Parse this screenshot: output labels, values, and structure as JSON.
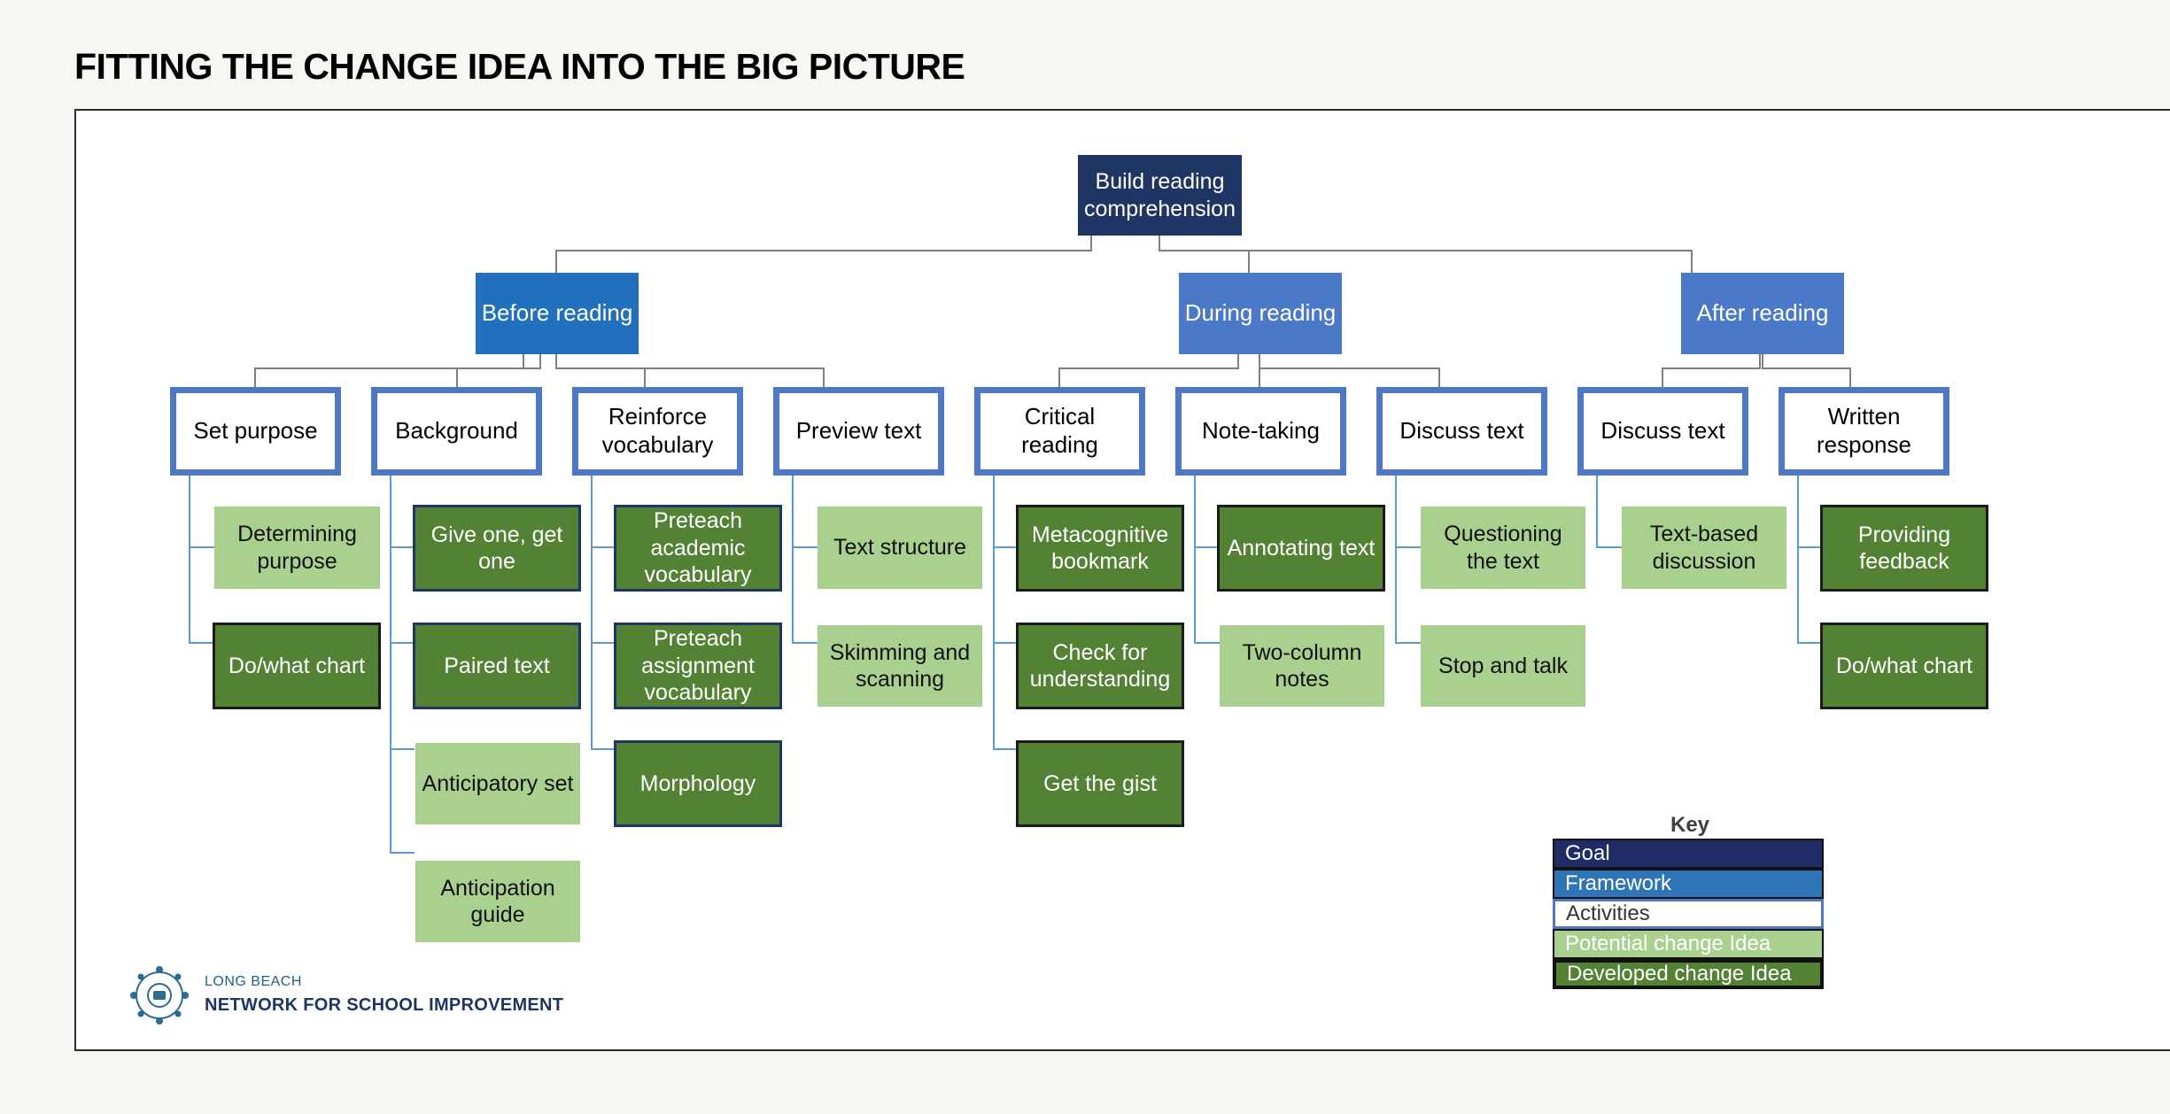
{
  "title": "FITTING THE CHANGE IDEA INTO THE BIG PICTURE",
  "goal": "Build reading comprehension",
  "frameworks": {
    "before": "Before reading",
    "during": "During reading",
    "after": "After reading"
  },
  "activities": {
    "set_purpose": "Set purpose",
    "background": "Background",
    "reinforce_vocab": "Reinforce vocabulary",
    "preview_text": "Preview text",
    "critical_reading": "Critical reading",
    "note_taking": "Note-taking",
    "discuss_text_during": "Discuss text",
    "discuss_text_after": "Discuss text",
    "written_response": "Written response"
  },
  "ideas": {
    "determining_purpose": "Determining purpose",
    "do_what_chart_1": "Do/what chart",
    "give_one_get_one": "Give one, get one",
    "paired_text": "Paired text",
    "anticipatory_set": "Anticipatory set",
    "anticipation_guide": "Anticipation guide",
    "preteach_academic": "Preteach academic vocabulary",
    "preteach_assignment": "Preteach assignment vocabulary",
    "morphology": "Morphology",
    "text_structure": "Text structure",
    "skimming_scanning": "Skimming and scanning",
    "metacognitive_bookmark": "Metacognitive bookmark",
    "check_understanding": "Check for understanding",
    "get_the_gist": "Get the gist",
    "annotating_text": "Annotating text",
    "two_column_notes": "Two-column notes",
    "questioning_text": "Questioning the text",
    "stop_and_talk": "Stop and talk",
    "text_based_discussion": "Text-based discussion",
    "providing_feedback": "Providing feedback",
    "do_what_chart_2": "Do/what chart"
  },
  "key": {
    "title": "Key",
    "goal": "Goal",
    "framework": "Framework",
    "activities": "Activities",
    "potential": "Potential change Idea",
    "developed": "Developed change Idea"
  },
  "logo": {
    "line1": "LONG BEACH",
    "line2": "NETWORK FOR SCHOOL IMPROVEMENT"
  },
  "colors": {
    "goal": "#1f3564",
    "framework": "#2070be",
    "activity_border": "#4f78c4",
    "potential": "#a9d08e",
    "developed": "#548235"
  }
}
